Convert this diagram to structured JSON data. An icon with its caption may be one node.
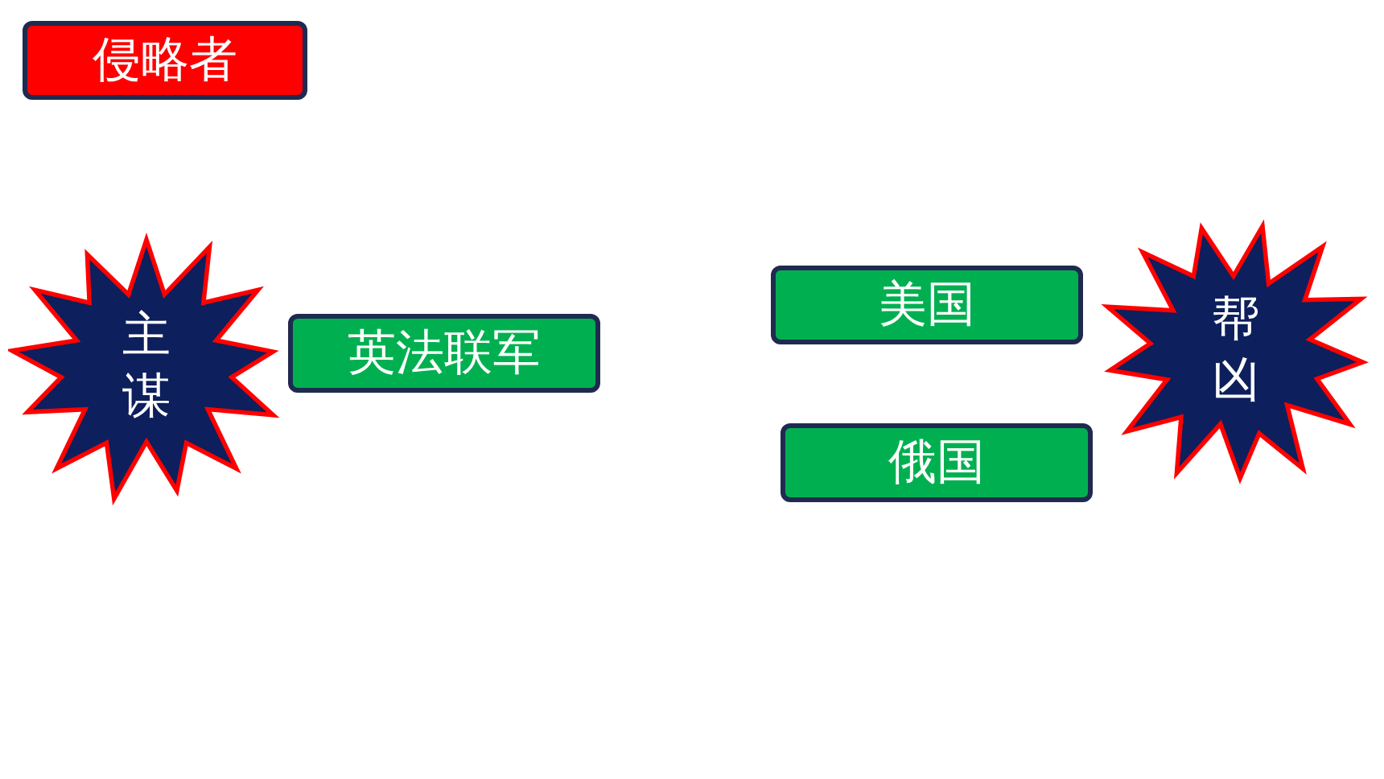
{
  "diagram": {
    "nodes": [
      {
        "text": [
          "侵略者"
        ]
      },
      {
        "text": [
          "主谋"
        ]
      },
      {
        "text": [
          "英法联军"
        ]
      },
      {
        "text": [
          "美国"
        ]
      },
      {
        "text": [
          "俄国"
        ]
      },
      {
        "text": [
          "帮凶"
        ]
      }
    ]
  }
}
